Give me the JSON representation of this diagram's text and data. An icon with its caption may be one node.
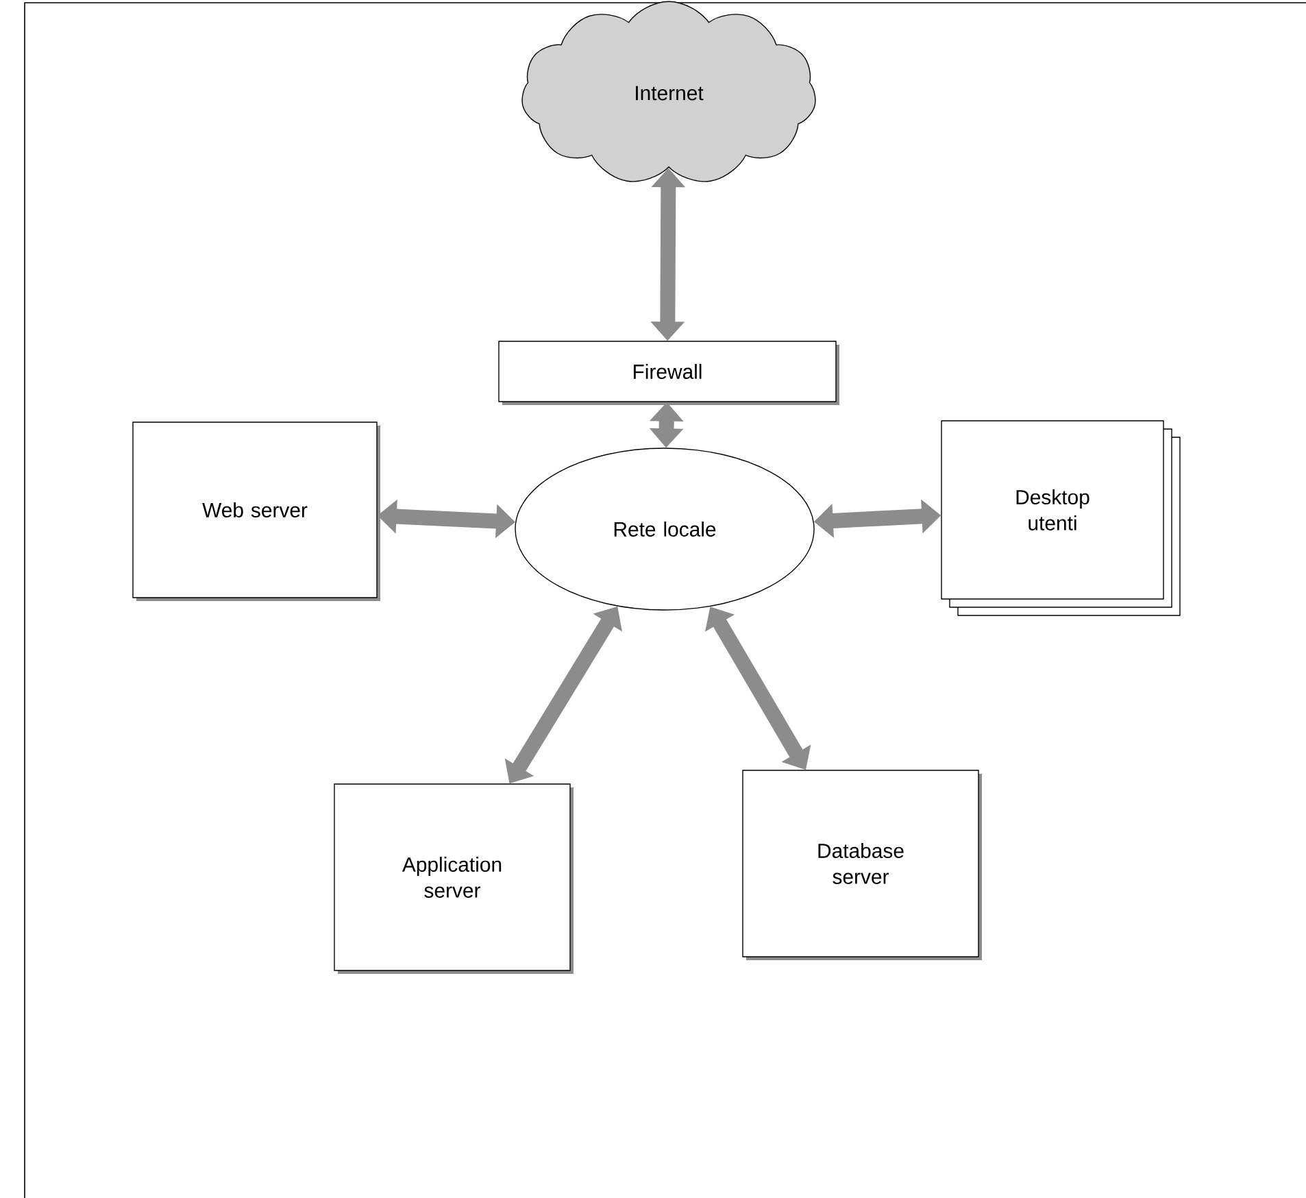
{
  "diagram": {
    "nodes": [
      {
        "text": [
          "Internet"
        ]
      },
      {
        "text": [
          "Firewall"
        ]
      },
      {
        "text": [
          "Rete locale"
        ]
      },
      {
        "text": [
          "Web server"
        ]
      },
      {
        "text": [
          "Desktop utenti"
        ]
      },
      {
        "text": [
          "Application server"
        ]
      },
      {
        "text": [
          "Database server"
        ]
      }
    ],
    "edges": [
      {
        "from": 0,
        "to": 1,
        "arrow": "both"
      },
      {
        "from": 1,
        "to": 2,
        "arrow": "both"
      },
      {
        "from": 2,
        "to": 3,
        "arrow": "both"
      },
      {
        "from": 2,
        "to": 4,
        "arrow": "both"
      },
      {
        "from": 2,
        "to": 5,
        "arrow": "both"
      },
      {
        "from": 2,
        "to": 6,
        "arrow": "both"
      }
    ]
  }
}
